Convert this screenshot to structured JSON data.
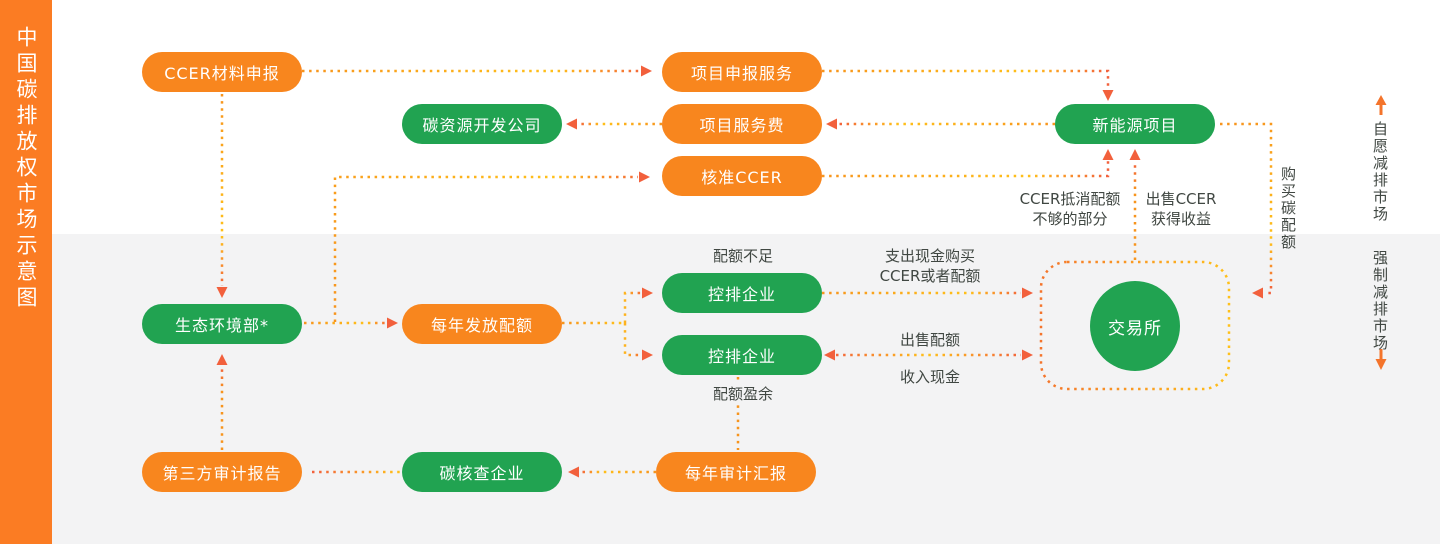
{
  "title": {
    "sidebar_vertical": "中国碳排放权市场示意图"
  },
  "nodes": {
    "ccer_material": "CCER材料申报",
    "project_apply": "项目申报服务",
    "carbon_dev_company": "碳资源开发公司",
    "project_fee": "项目服务费",
    "approved_ccer": "核准CCER",
    "new_energy": "新能源项目",
    "ecology_ministry": "生态环境部*",
    "annual_quota": "每年发放配额",
    "enterprise_shortage": "控排企业",
    "enterprise_surplus": "控排企业",
    "exchange": "交易所",
    "third_party_report": "第三方审计报告",
    "carbon_verifier": "碳核查企业",
    "annual_audit": "每年审计汇报"
  },
  "labels": {
    "quota_shortage": "配额不足",
    "quota_surplus": "配额盈余",
    "pay_cash": "支出现金购买\nCCER或者配额",
    "sell_quota": "出售配额",
    "receive_cash": "收入现金",
    "ccer_offset": "CCER抵消配额\n不够的部分",
    "sell_ccer": "出售CCER\n获得收益",
    "buy_carbon_quota": "购买碳配额"
  },
  "markets": {
    "voluntary": "自愿减排市场",
    "mandatory": "强制减排市场"
  },
  "colors": {
    "sidebar_orange": "#FB7C23",
    "pill_orange": "#F8861E",
    "pill_green": "#21A351",
    "arrow_red": "#F2603C",
    "dot_orange": "#F7941D",
    "dot_yellow": "#FFC019",
    "text_dark": "#404742",
    "bg_gray": "#F3F3F4"
  }
}
